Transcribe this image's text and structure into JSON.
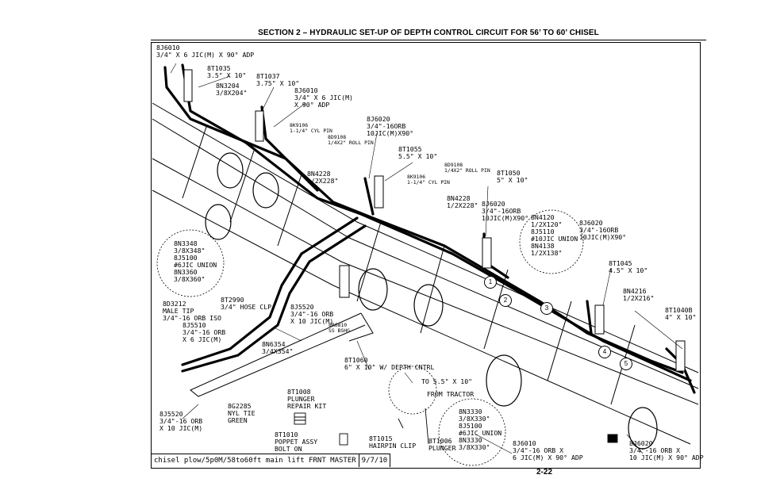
{
  "header": "SECTION 2 – HYDRAULIC SET-UP OF DEPTH CONTROL CIRCUIT FOR 56’ TO 60’ CHISEL",
  "page_number": "2-22",
  "title_block": {
    "drawing": "chisel plow/5p0M/58to60ft main lift FRNT MASTER",
    "date": "9/7/10"
  },
  "labels": [
    {
      "id": "l1",
      "text": "8J6010\n3/4\" X 6 JIC(M) X 90° ADP"
    },
    {
      "id": "l2",
      "text": "8T1035\n3.5\" X 10\""
    },
    {
      "id": "l3",
      "text": "8T1037\n3.75\" X 10\""
    },
    {
      "id": "l4",
      "text": "8N3204\n3/8X204\""
    },
    {
      "id": "l5",
      "text": "8J6010\n3/4\" X 6 JIC(M)\nX 90° ADP"
    },
    {
      "id": "l6",
      "text": "8K9106\n1-1/4\" CYL PIN",
      "small": true
    },
    {
      "id": "l7",
      "text": "8D9108\n1/4X2\" ROLL PIN",
      "small": true
    },
    {
      "id": "l8",
      "text": "8J6020\n3/4\"-16ORB\n10JIC(M)X90°"
    },
    {
      "id": "l9",
      "text": "8T1055\n5.5\" X 10\""
    },
    {
      "id": "l10",
      "text": "8D9108\n1/4X2\" ROLL PIN",
      "small": true
    },
    {
      "id": "l11",
      "text": "8K9106\n1-1/4\" CYL PIN",
      "small": true
    },
    {
      "id": "l12",
      "text": "8N4228\n1/2X228\""
    },
    {
      "id": "l13",
      "text": "8T1050\n5\" X 10\""
    },
    {
      "id": "l14",
      "text": "8N4228\n1/2X228\""
    },
    {
      "id": "l15",
      "text": "8J6020\n3/4\"-16ORB\n10JIC(M)X90°"
    },
    {
      "id": "l16",
      "text": "8N4120\n1/2X120\"\n8J5110\n#10JIC UNION\n8N4138\n1/2X138\""
    },
    {
      "id": "l17",
      "text": "8J6020\n3/4\"-16ORB\n10JIC(M)X90°"
    },
    {
      "id": "l18",
      "text": "8N3348\n3/8X348\"\n8J5100\n#6JIC UNION\n8N3360\n3/8X360\""
    },
    {
      "id": "l19",
      "text": "8T1045\n4.5\" X 10\""
    },
    {
      "id": "l20",
      "text": "8N4216\n1/2X216\""
    },
    {
      "id": "l21",
      "text": "8T1040B\n4\" X 10\""
    },
    {
      "id": "l22",
      "text": "8D3212\nMALE TIP\n3/4\"-16 ORB ISO"
    },
    {
      "id": "l23",
      "text": "8T2990\n3/4\" HOSE CLP"
    },
    {
      "id": "l24",
      "text": "8J5510\n3/4\"-16 ORB\nX 6 JIC(M)"
    },
    {
      "id": "l25",
      "text": "8J5520\n3/4\"-16 ORB\nX 10 JIC(M)"
    },
    {
      "id": "l26",
      "text": "8R6810\nSS BSHG",
      "small": true
    },
    {
      "id": "l27",
      "text": "8N6354\n3/4X354\""
    },
    {
      "id": "l28",
      "text": "8T1060\n6\" X 10\" W/ DEPTH CNTRL"
    },
    {
      "id": "l29",
      "text": "TO 5.5\" X 10\""
    },
    {
      "id": "l30",
      "text": "FROM TRACTOR"
    },
    {
      "id": "l31",
      "text": "8T1008\nPLUNGER\nREPAIR KIT"
    },
    {
      "id": "l32",
      "text": "8G2285\nNYL TIE\nGREEN"
    },
    {
      "id": "l33",
      "text": "8J5520\n3/4\"-16 ORB\nX 10 JIC(M)"
    },
    {
      "id": "l34",
      "text": "8T1010\nPOPPET ASSY\nBOLT ON"
    },
    {
      "id": "l35",
      "text": "8T1015\nHAIRPIN CLIP"
    },
    {
      "id": "l36",
      "text": "8T1006\nPLUNGER"
    },
    {
      "id": "l37",
      "text": "8N3330\n3/8X330\"\n8J5100\n#6JIC UNION\n8N3330\n3/8X330\""
    },
    {
      "id": "l38",
      "text": "8J6010\n3/4\"-16 ORB X\n6 JIC(M) X 90° ADP"
    },
    {
      "id": "l39",
      "text": "8J6020\n3/4\"-16 ORB X\n10 JIC(M) X 90° ADP"
    }
  ],
  "balloons": [
    "1",
    "2",
    "3",
    "4",
    "5"
  ]
}
